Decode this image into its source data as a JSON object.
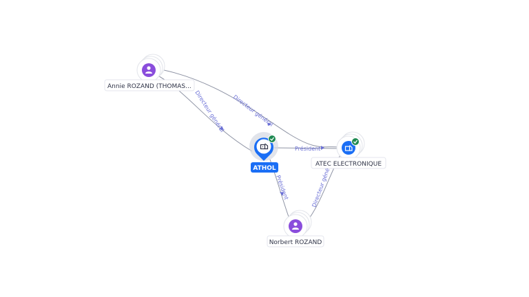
{
  "nodes": {
    "annie": {
      "label": "Annie ROZAND (THOMAS...",
      "kind": "person",
      "icon": "person-icon"
    },
    "athol": {
      "label": "ATHOL",
      "kind": "company",
      "icon": "company-icon",
      "selected": true,
      "verified": true
    },
    "atec": {
      "label": "ATEC ELECTRONIQUE",
      "kind": "company",
      "icon": "company-icon",
      "verified": true
    },
    "norbert": {
      "label": "Norbert ROZAND",
      "kind": "person",
      "icon": "person-icon"
    }
  },
  "edges": {
    "annie_athol": {
      "label": "Directeur général"
    },
    "annie_atec": {
      "label": "Directeur général"
    },
    "athol_atec": {
      "label": "Président"
    },
    "athol_norbert": {
      "label": "Président"
    },
    "norbert_atec": {
      "label": "Directeur général"
    }
  },
  "colors": {
    "person": "#8a4ddc",
    "company": "#1a6ef5",
    "verified": "#1f8a52",
    "edge": "#8e93a4",
    "edge_label": "#6a6fd6"
  }
}
